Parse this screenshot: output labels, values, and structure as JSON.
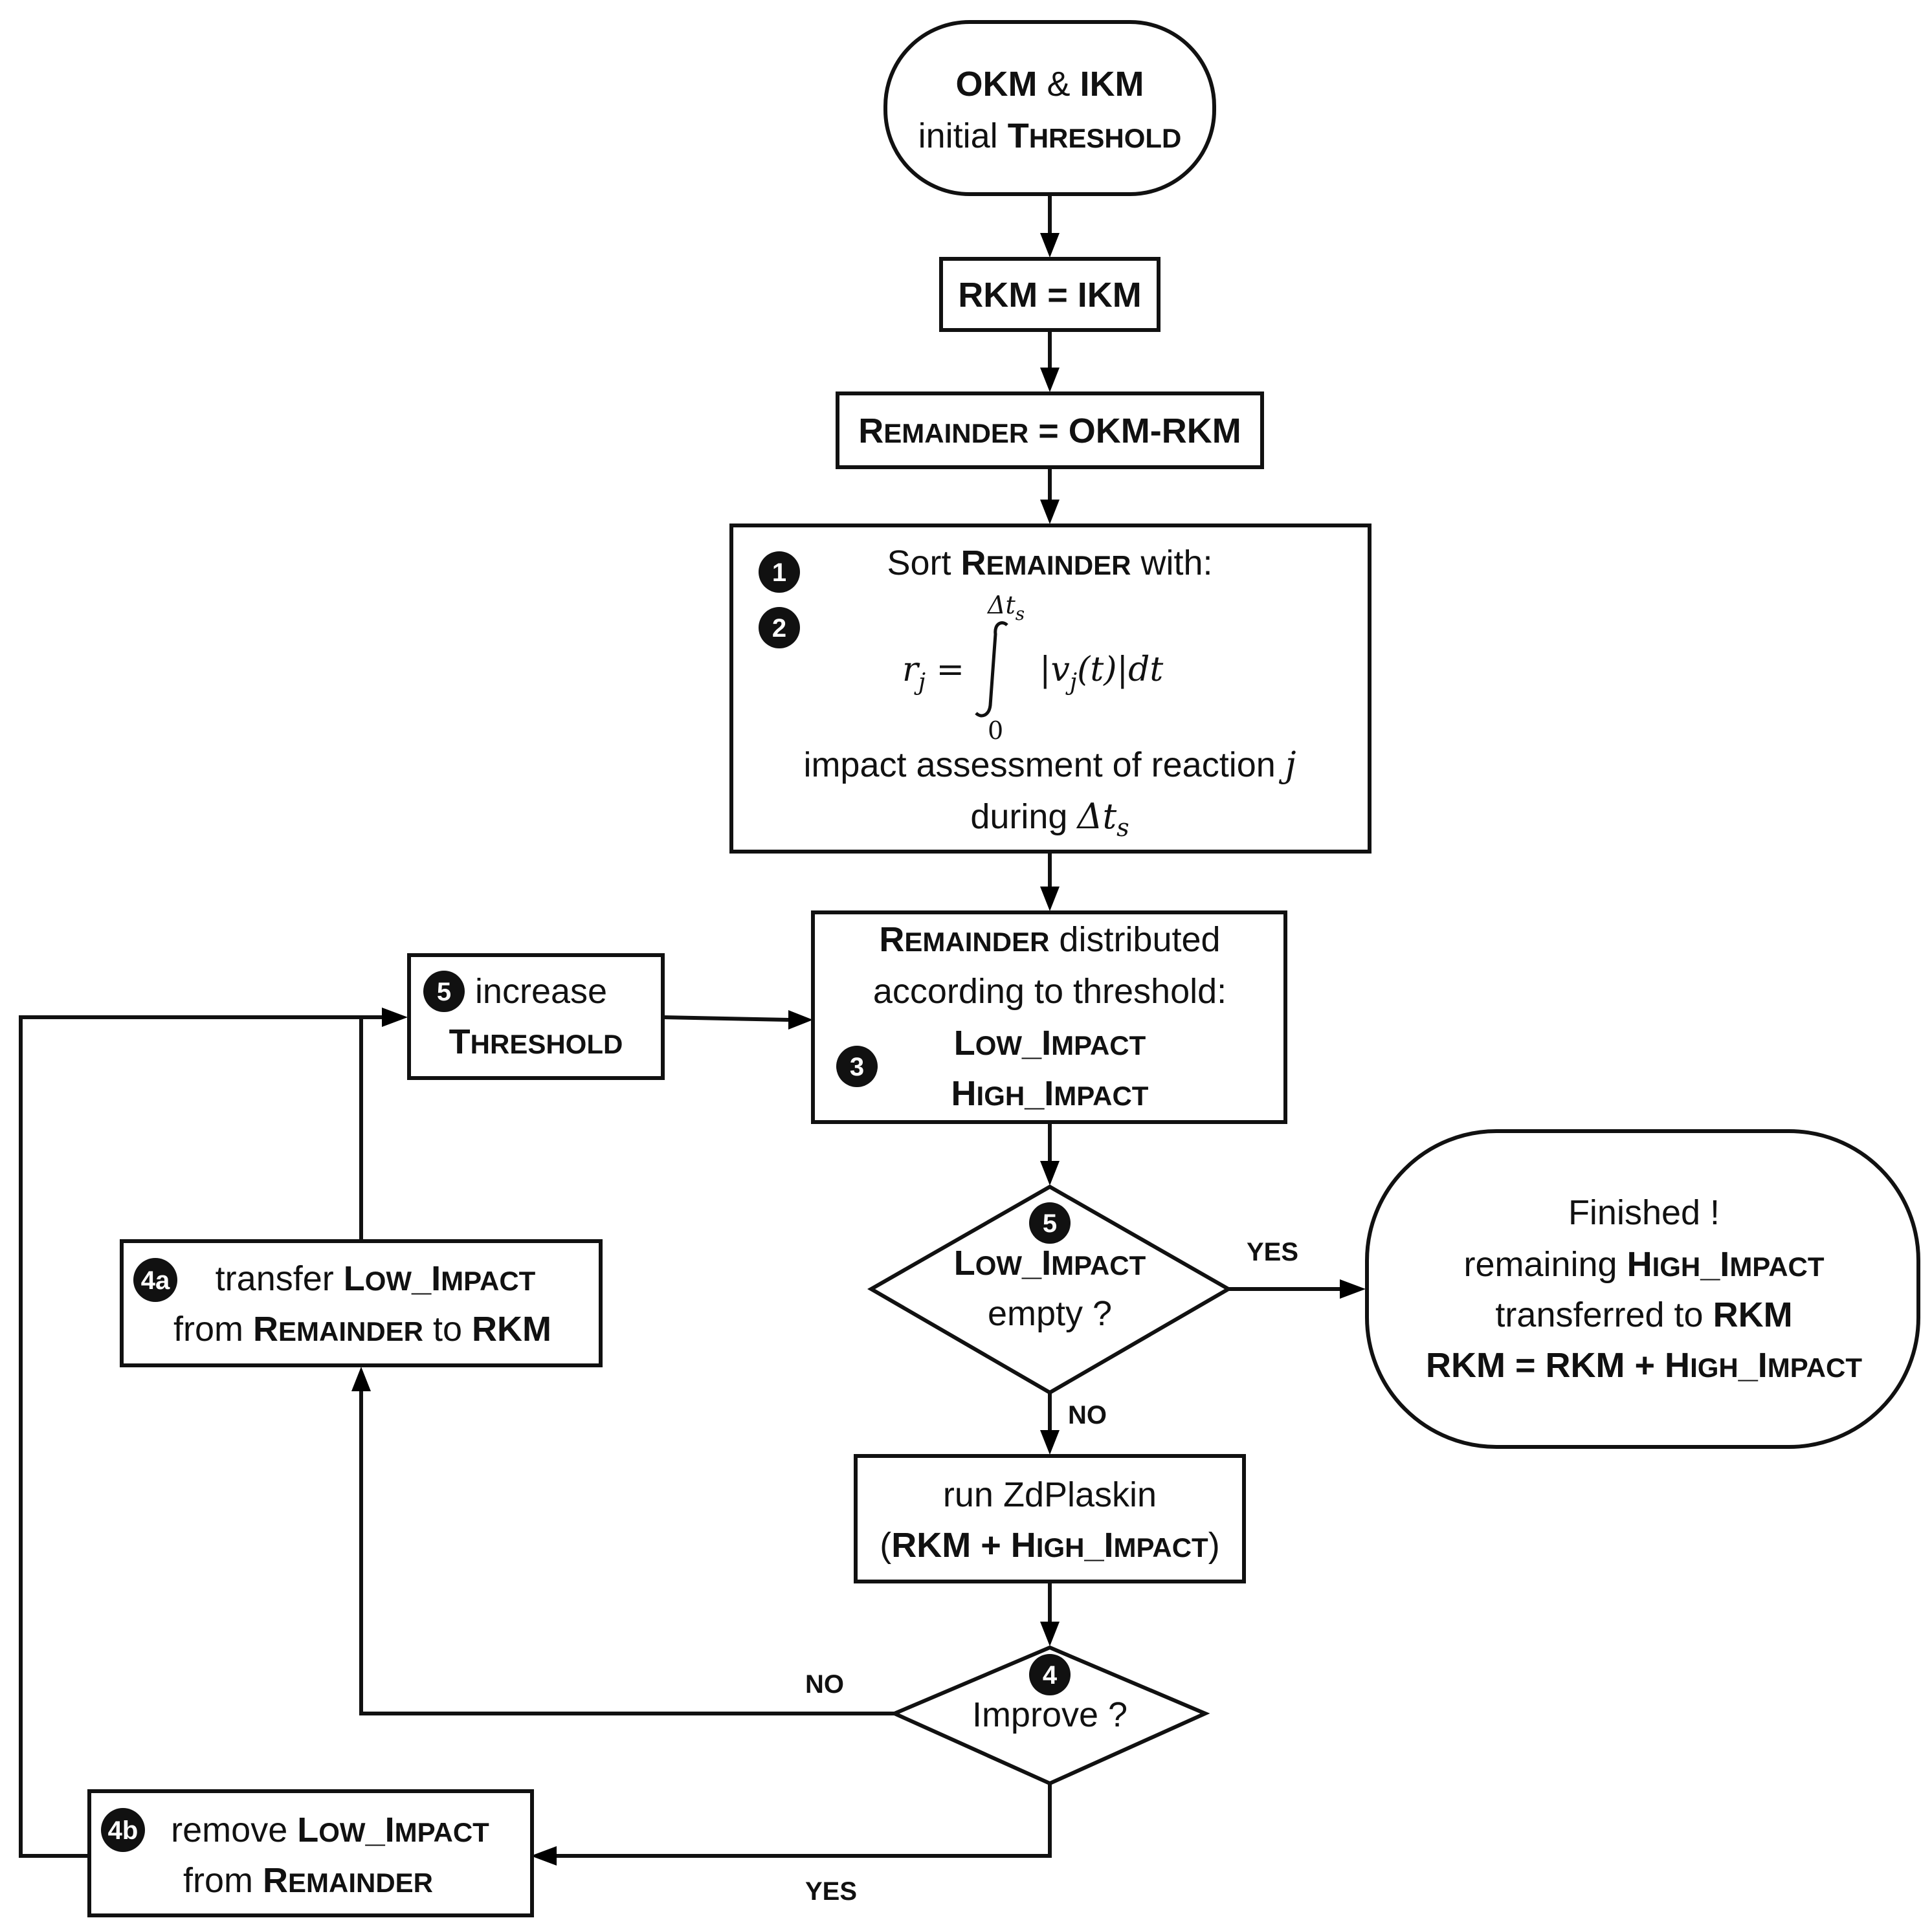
{
  "nodes": {
    "start": {
      "line1_a": "OKM",
      "line1_b": " & ",
      "line1_c": "IKM",
      "line2_a": "initial ",
      "line2_b_first": "T",
      "line2_b_rest": "HRESHOLD"
    },
    "rkm_init": {
      "text": "RKM = IKM"
    },
    "remainder_init": {
      "sc_first": "R",
      "sc_rest": "EMAINDER",
      "rest": " = OKM-RKM"
    },
    "sort": {
      "badge1": "1",
      "badge2": "2",
      "line1_a": "Sort ",
      "line1_sc_first": "R",
      "line1_sc_rest": "EMAINDER",
      "line1_c": " with:",
      "formula_lhs": "r",
      "formula_lhs_sub": "j",
      "formula_eq": " =",
      "formula_upper": "Δt",
      "formula_upper_sub": "s",
      "formula_lower": "0",
      "formula_integrand_a": "|v",
      "formula_integrand_sub": "j",
      "formula_integrand_b": "(t)|dt",
      "line3_a": "impact assessment of reaction ",
      "line3_j": "j",
      "line4_a": "during ",
      "line4_dt": "Δt",
      "line4_dt_sub": "s"
    },
    "distribute": {
      "badge": "3",
      "line1_sc_first": "R",
      "line1_sc_rest": "EMAINDER",
      "line1_rest": " distributed",
      "line2": "according to threshold:",
      "line3_a": "L",
      "line3_b": "OW",
      "line3_c": "_I",
      "line3_d": "MPACT",
      "line4_a": "H",
      "line4_b": "IGH",
      "line4_c": "_I",
      "line4_d": "MPACT"
    },
    "increase": {
      "badge": "5",
      "line1": "increase",
      "line2_first": "T",
      "line2_rest": "HRESHOLD"
    },
    "decision_low": {
      "badge": "5",
      "line1_a": "L",
      "line1_b": "OW",
      "line1_c": "_I",
      "line1_d": "MPACT",
      "line2": "empty ?"
    },
    "finished": {
      "line1": "Finished !",
      "line2_a": "remaining ",
      "line2_b": "H",
      "line2_c": "IGH",
      "line2_d": "_I",
      "line2_e": "MPACT",
      "line3_a": "transferred to ",
      "line3_b": "RKM",
      "line4_a": "RKM = RKM + H",
      "line4_b": "IGH",
      "line4_c": "_I",
      "line4_d": "MPACT"
    },
    "transfer": {
      "badge": "4a",
      "line1_a": "transfer ",
      "line1_b": "L",
      "line1_c": "OW",
      "line1_d": "_I",
      "line1_e": "MPACT",
      "line2_a": "from ",
      "line2_b": "R",
      "line2_c": "EMAINDER",
      "line2_d": " to ",
      "line2_e": "RKM"
    },
    "run": {
      "line1": "run ZdPlaskin",
      "line2_a": "(",
      "line2_b": "RKM + H",
      "line2_c": "IGH",
      "line2_d": "_I",
      "line2_e": "MPACT",
      "line2_f": ")"
    },
    "decision_improve": {
      "badge": "4",
      "text": "Improve ?"
    },
    "remove": {
      "badge": "4b",
      "line1_a": "remove ",
      "line1_b": "L",
      "line1_c": "OW",
      "line1_d": "_I",
      "line1_e": "MPACT",
      "line2_a": "from ",
      "line2_b": "R",
      "line2_c": "EMAINDER"
    }
  },
  "edge_labels": {
    "low_yes": "YES",
    "low_no": "NO",
    "improve_no": "NO",
    "improve_yes": "YES"
  }
}
